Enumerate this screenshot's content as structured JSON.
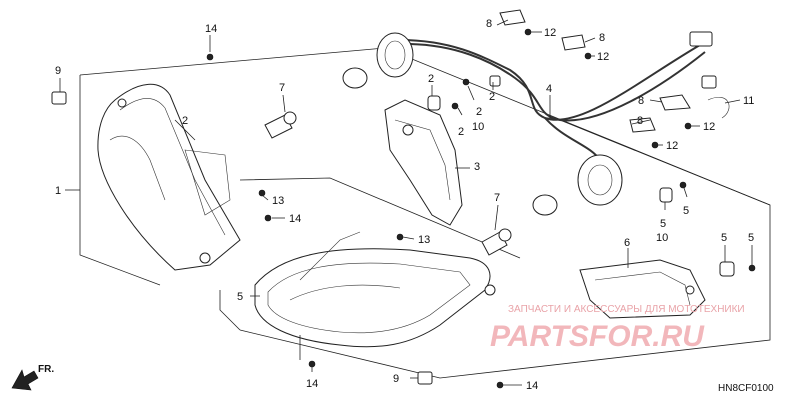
{
  "callouts": {
    "c1": "1",
    "c2a": "2",
    "c2b": "2",
    "c2c": "2",
    "c2d": "2",
    "c3": "3",
    "c4": "4",
    "c5a": "5",
    "c5b": "5",
    "c5c": "5",
    "c5d": "5",
    "c6": "6",
    "c7a": "7",
    "c7b": "7",
    "c8a": "8",
    "c8b": "8",
    "c8c": "8",
    "c8d": "8",
    "c9a": "9",
    "c9b": "9",
    "c10a": "10",
    "c10b": "10",
    "c11": "11",
    "c12a": "12",
    "c12b": "12",
    "c12c": "12",
    "c12d": "12",
    "c13a": "13",
    "c13b": "13",
    "c14a": "14",
    "c14b": "14",
    "c14c": "14",
    "c14d": "14"
  },
  "watermark": {
    "top": "ЗАПЧАСТИ И АКСЕССУАРЫ ДЛЯ МОТОТЕХНИКИ",
    "brand": "PARTSFOR.RU"
  },
  "diagram_code": "HN8CF0100",
  "direction_label": "FR."
}
